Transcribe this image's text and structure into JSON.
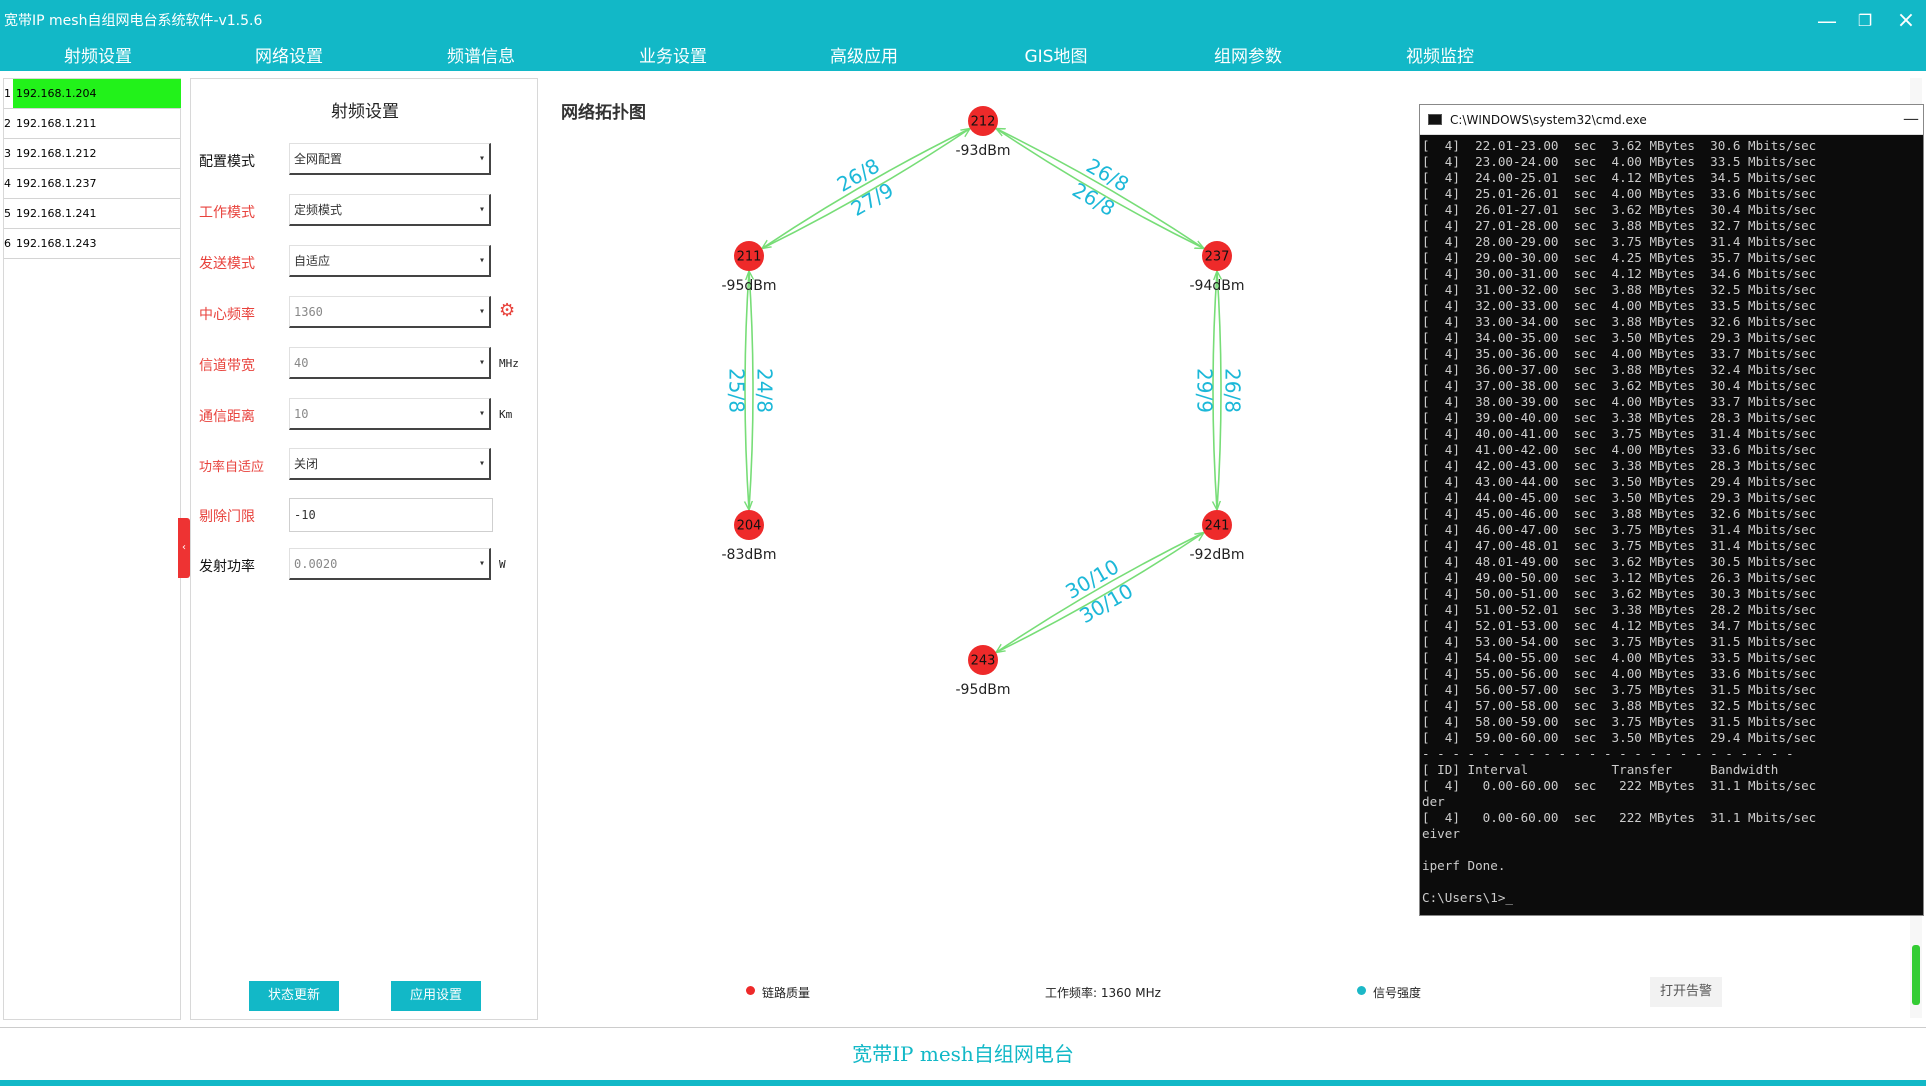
{
  "window": {
    "title": "宽带IP mesh自组网电台系统软件-v1.5.6",
    "minimize_glyph": "—",
    "restore_glyph": "❐",
    "close_glyph": "×"
  },
  "menu": [
    {
      "label": "射频设置"
    },
    {
      "label": "网络设置"
    },
    {
      "label": "频谱信息"
    },
    {
      "label": "业务设置"
    },
    {
      "label": "高级应用"
    },
    {
      "label": "GIS地图"
    },
    {
      "label": "组网参数"
    },
    {
      "label": "视频监控"
    }
  ],
  "devices": [
    {
      "index": "1",
      "ip": "192.168.1.204",
      "selected": true
    },
    {
      "index": "2",
      "ip": "192.168.1.211",
      "selected": false
    },
    {
      "index": "3",
      "ip": "192.168.1.212",
      "selected": false
    },
    {
      "index": "4",
      "ip": "192.168.1.237",
      "selected": false
    },
    {
      "index": "5",
      "ip": "192.168.1.241",
      "selected": false
    },
    {
      "index": "6",
      "ip": "192.168.1.243",
      "selected": false
    }
  ],
  "rf_panel": {
    "title": "射频设置",
    "fields": {
      "config_mode": {
        "label": "配置模式",
        "value": "全网配置"
      },
      "work_mode": {
        "label": "工作模式",
        "value": "定频模式"
      },
      "send_mode": {
        "label": "发送模式",
        "value": "自适应"
      },
      "center_freq": {
        "label": "中心频率",
        "value": "1360"
      },
      "bandwidth": {
        "label": "信道带宽",
        "value": "40",
        "unit": "MHz"
      },
      "distance": {
        "label": "通信距离",
        "value": "10",
        "unit": "Km"
      },
      "power_adapt": {
        "label": "功率自适应",
        "value": "关闭"
      },
      "reject_threshold": {
        "label": "剔除门限",
        "value": "-10"
      },
      "tx_power": {
        "label": "发射功率",
        "value": "0.0020",
        "unit": "W"
      }
    },
    "buttons": {
      "status_update": "状态更新",
      "apply": "应用设置"
    }
  },
  "topology": {
    "title": "网络拓扑图",
    "nodes": [
      {
        "id": "212",
        "rssi": "-93dBm"
      },
      {
        "id": "211",
        "rssi": "-95dBm"
      },
      {
        "id": "237",
        "rssi": "-94dBm"
      },
      {
        "id": "204",
        "rssi": "-83dBm"
      },
      {
        "id": "241",
        "rssi": "-92dBm"
      },
      {
        "id": "243",
        "rssi": "-95dBm"
      }
    ],
    "links": [
      {
        "from": "211",
        "to": "212",
        "label_a": "26/8",
        "label_b": "27/9"
      },
      {
        "from": "212",
        "to": "237",
        "label_a": "26/8",
        "label_b": "26/8"
      },
      {
        "from": "211",
        "to": "204",
        "label_a": "24/8",
        "label_b": "25/8"
      },
      {
        "from": "237",
        "to": "241",
        "label_a": "26/8",
        "label_b": "29/9"
      },
      {
        "from": "243",
        "to": "241",
        "label_a": "30/10",
        "label_b": "30/10"
      }
    ],
    "colors": {
      "node": "#ee2a2a",
      "link": "#77dd77",
      "link_label": "#1cb8d8"
    }
  },
  "legend": {
    "link_quality": "链路质量",
    "work_freq": "工作频率: 1360 MHz",
    "signal_strength": "信号强度",
    "alarm_button": "打开告警"
  },
  "footer": {
    "text": "宽带IP mesh自组网电台"
  },
  "cmd": {
    "title": "C:\\WINDOWS\\system32\\cmd.exe",
    "lines": [
      "[  4]  22.01-23.00  sec  3.62 MBytes  30.6 Mbits/sec",
      "[  4]  23.00-24.00  sec  4.00 MBytes  33.5 Mbits/sec",
      "[  4]  24.00-25.01  sec  4.12 MBytes  34.5 Mbits/sec",
      "[  4]  25.01-26.01  sec  4.00 MBytes  33.6 Mbits/sec",
      "[  4]  26.01-27.01  sec  3.62 MBytes  30.4 Mbits/sec",
      "[  4]  27.01-28.00  sec  3.88 MBytes  32.7 Mbits/sec",
      "[  4]  28.00-29.00  sec  3.75 MBytes  31.4 Mbits/sec",
      "[  4]  29.00-30.00  sec  4.25 MBytes  35.7 Mbits/sec",
      "[  4]  30.00-31.00  sec  4.12 MBytes  34.6 Mbits/sec",
      "[  4]  31.00-32.00  sec  3.88 MBytes  32.5 Mbits/sec",
      "[  4]  32.00-33.00  sec  4.00 MBytes  33.5 Mbits/sec",
      "[  4]  33.00-34.00  sec  3.88 MBytes  32.6 Mbits/sec",
      "[  4]  34.00-35.00  sec  3.50 MBytes  29.3 Mbits/sec",
      "[  4]  35.00-36.00  sec  4.00 MBytes  33.7 Mbits/sec",
      "[  4]  36.00-37.00  sec  3.88 MBytes  32.4 Mbits/sec",
      "[  4]  37.00-38.00  sec  3.62 MBytes  30.4 Mbits/sec",
      "[  4]  38.00-39.00  sec  4.00 MBytes  33.7 Mbits/sec",
      "[  4]  39.00-40.00  sec  3.38 MBytes  28.3 Mbits/sec",
      "[  4]  40.00-41.00  sec  3.75 MBytes  31.4 Mbits/sec",
      "[  4]  41.00-42.00  sec  4.00 MBytes  33.6 Mbits/sec",
      "[  4]  42.00-43.00  sec  3.38 MBytes  28.3 Mbits/sec",
      "[  4]  43.00-44.00  sec  3.50 MBytes  29.4 Mbits/sec",
      "[  4]  44.00-45.00  sec  3.50 MBytes  29.3 Mbits/sec",
      "[  4]  45.00-46.00  sec  3.88 MBytes  32.6 Mbits/sec",
      "[  4]  46.00-47.00  sec  3.75 MBytes  31.4 Mbits/sec",
      "[  4]  47.00-48.01  sec  3.75 MBytes  31.4 Mbits/sec",
      "[  4]  48.01-49.00  sec  3.62 MBytes  30.5 Mbits/sec",
      "[  4]  49.00-50.00  sec  3.12 MBytes  26.3 Mbits/sec",
      "[  4]  50.00-51.00  sec  3.62 MBytes  30.3 Mbits/sec",
      "[  4]  51.00-52.01  sec  3.38 MBytes  28.2 Mbits/sec",
      "[  4]  52.01-53.00  sec  4.12 MBytes  34.7 Mbits/sec",
      "[  4]  53.00-54.00  sec  3.75 MBytes  31.5 Mbits/sec",
      "[  4]  54.00-55.00  sec  4.00 MBytes  33.5 Mbits/sec",
      "[  4]  55.00-56.00  sec  4.00 MBytes  33.6 Mbits/sec",
      "[  4]  56.00-57.00  sec  3.75 MBytes  31.5 Mbits/sec",
      "[  4]  57.00-58.00  sec  3.88 MBytes  32.5 Mbits/sec",
      "[  4]  58.00-59.00  sec  3.75 MBytes  31.5 Mbits/sec",
      "[  4]  59.00-60.00  sec  3.50 MBytes  29.4 Mbits/sec",
      "- - - - - - - - - - - - - - - - - - - - - - - - -",
      "[ ID] Interval           Transfer     Bandwidth",
      "[  4]   0.00-60.00  sec   222 MBytes  31.1 Mbits/sec",
      "der",
      "[  4]   0.00-60.00  sec   222 MBytes  31.1 Mbits/sec",
      "eiver",
      "",
      "iperf Done.",
      "",
      "C:\\Users\\1>_"
    ]
  }
}
